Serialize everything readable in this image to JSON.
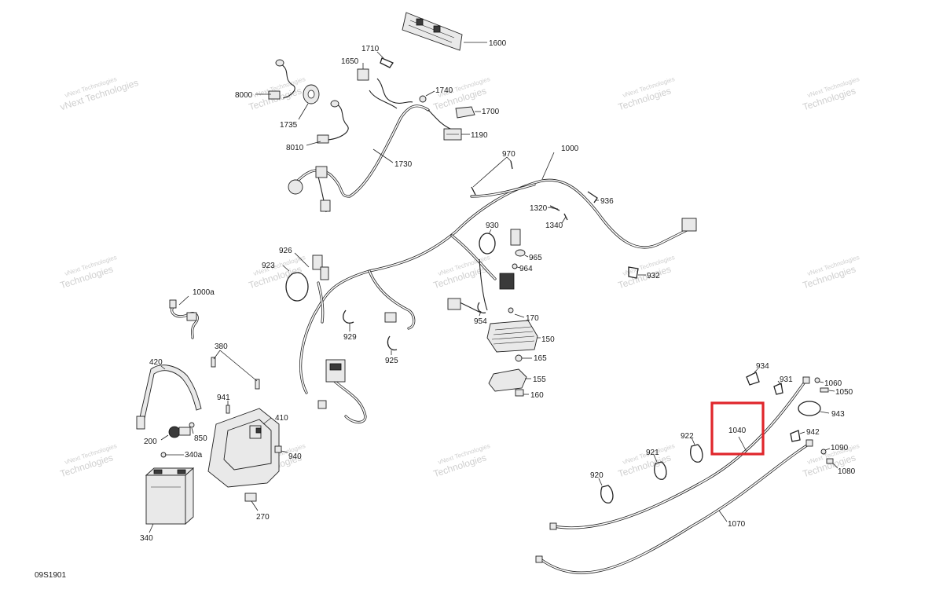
{
  "diagram_code": "09S1901",
  "watermark": {
    "line1": "vNext Technologies",
    "line2": "Technologies"
  },
  "highlight_color": "#e0262b",
  "labels": {
    "p1600": "1600",
    "p1710": "1710",
    "p1650": "1650",
    "p8000": "8000",
    "p1740": "1740",
    "p1735": "1735",
    "p1700": "1700",
    "p8010": "8010",
    "p1190": "1190",
    "p1730": "1730",
    "p970": "970",
    "p1000": "1000",
    "p936": "936",
    "p1320": "1320",
    "p1340": "1340",
    "p930": "930",
    "p926": "926",
    "p923": "923",
    "p965": "965",
    "p964": "964",
    "p932": "932",
    "p1000a": "1000a",
    "p954": "954",
    "p170": "170",
    "p929": "929",
    "p150": "150",
    "p380": "380",
    "p925": "925",
    "p165": "165",
    "p420": "420",
    "p155": "155",
    "p160": "160",
    "p934": "934",
    "p931": "931",
    "p1060": "1060",
    "p1050": "1050",
    "p941": "941",
    "p410": "410",
    "p943": "943",
    "p1040": "1040",
    "p942": "942",
    "p922": "922",
    "p200": "200",
    "p850": "850",
    "p340a": "340a",
    "p921": "921",
    "p940": "940",
    "p1090": "1090",
    "p1080": "1080",
    "p920": "920",
    "p270": "270",
    "p1070": "1070",
    "p340": "340"
  }
}
